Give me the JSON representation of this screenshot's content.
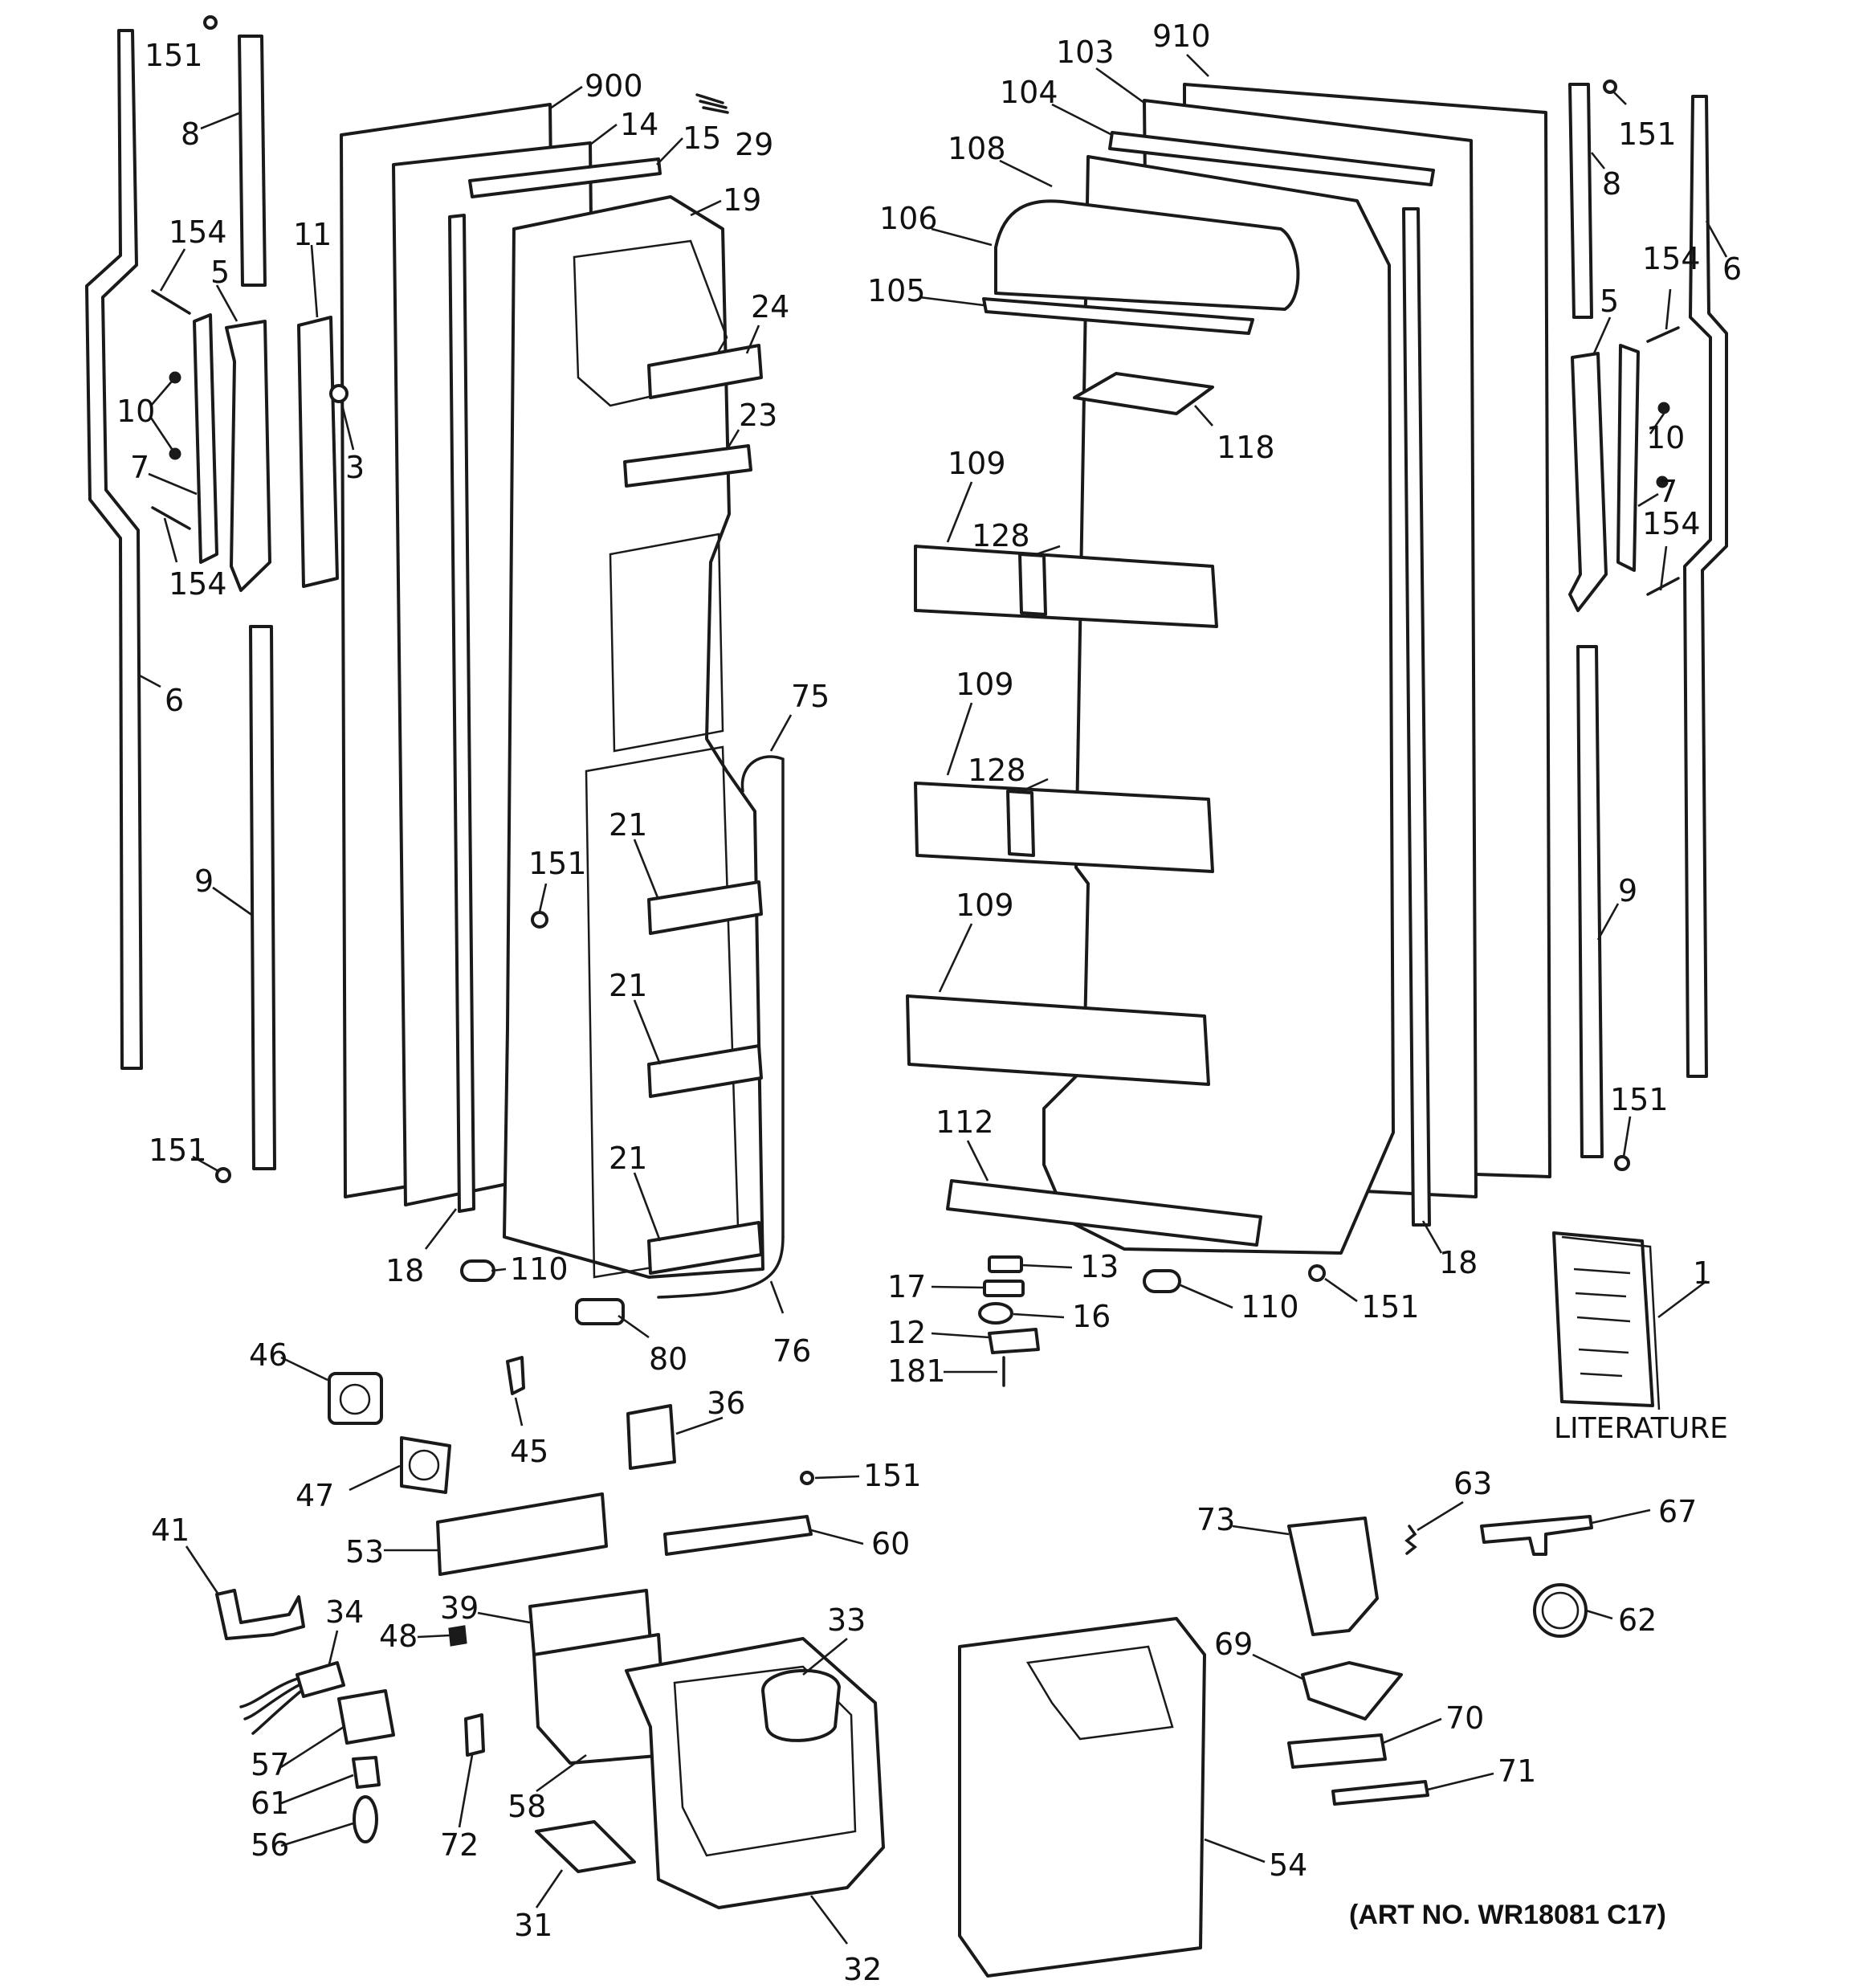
{
  "diagram": {
    "art_number": "(ART NO. WR18081 C17)",
    "literature_label": "LITERATURE",
    "callouts": {
      "c151_top_left": "151",
      "c8_left": "8",
      "c900": "900",
      "c14": "14",
      "c15": "15",
      "c29": "29",
      "c19": "19",
      "c11": "11",
      "c154_upper_left": "154",
      "c5_left": "5",
      "c10_left": "10",
      "c7_left": "7",
      "c3": "3",
      "c154_lower_left": "154",
      "c24": "24",
      "c23": "23",
      "c6_left": "6",
      "c75": "75",
      "c9_left": "9",
      "c151_mid_left": "151",
      "c21_upper": "21",
      "c21_middle": "21",
      "c21_lower": "21",
      "c151_low_left": "151",
      "c18_left": "18",
      "c110_left": "110",
      "c80": "80",
      "c76": "76",
      "c910": "910",
      "c103": "103",
      "c104": "104",
      "c108": "108",
      "c106": "106",
      "c105": "105",
      "c118": "118",
      "c109_top": "109",
      "c128_top": "128",
      "c109_middle": "109",
      "c128_middle": "128",
      "c109_bottom": "109",
      "c112": "112",
      "c13": "13",
      "c17": "17",
      "c16": "16",
      "c12": "12",
      "c181": "181",
      "c110_right": "110",
      "c151_low_right": "151",
      "c18_right": "18",
      "c151_top_right": "151",
      "c8_right": "8",
      "c6_right": "6",
      "c154_upper_right": "154",
      "c5_right": "5",
      "c10_right": "10",
      "c7_right": "7",
      "c154_lower_right": "154",
      "c9_right": "9",
      "c151_mid_right": "151",
      "c1": "1",
      "c46": "46",
      "c45": "45",
      "c36": "36",
      "c47": "47",
      "c151_bottom_group": "151",
      "c41": "41",
      "c53": "53",
      "c60": "60",
      "c39": "39",
      "c34": "34",
      "c48": "48",
      "c33": "33",
      "c57": "57",
      "c61": "61",
      "c58": "58",
      "c56": "56",
      "c72": "72",
      "c31": "31",
      "c32": "32",
      "c73": "73",
      "c63": "63",
      "c67": "67",
      "c62": "62",
      "c69": "69",
      "c70": "70",
      "c71": "71",
      "c54": "54"
    }
  }
}
